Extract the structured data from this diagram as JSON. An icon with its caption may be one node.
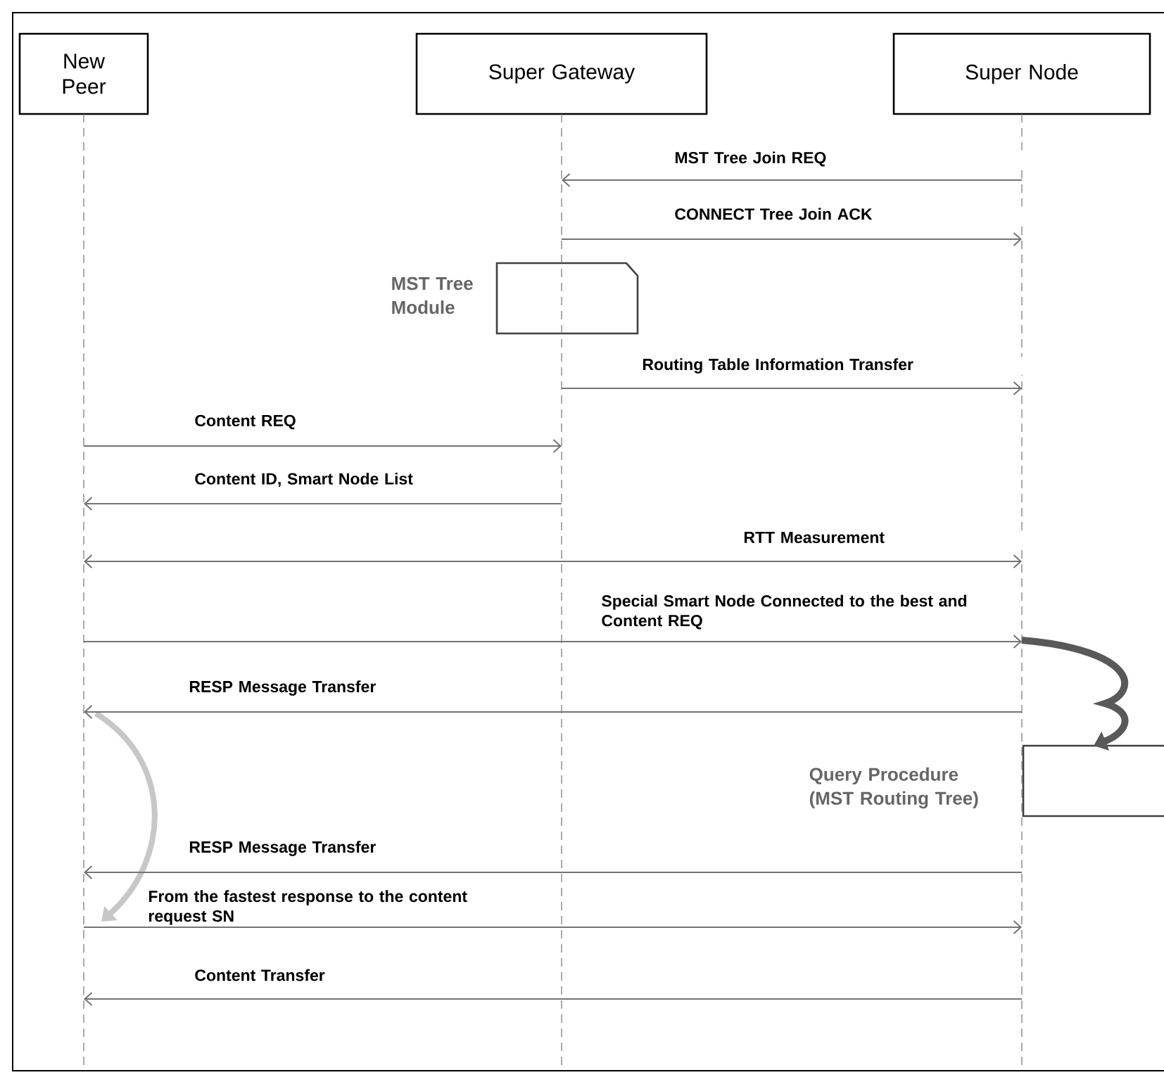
{
  "diagram": {
    "nodes": [
      {
        "text": [
          "New Peer"
        ]
      },
      {
        "text": [
          "Super Gateway"
        ]
      },
      {
        "text": [
          "Super Node"
        ]
      },
      {
        "text": [
          "MST Tree Module"
        ]
      },
      {
        "text": [
          "Query Procedure (MST Routing Tree)"
        ]
      },
      {
        "text": [],
        "shape": "line"
      },
      {
        "text": [],
        "shape": "line"
      },
      {
        "text": [],
        "shape": "line"
      }
    ],
    "edges": [
      {
        "from": 7,
        "to": 6,
        "arrow": "to",
        "label": "MST Tree Join REQ"
      },
      {
        "from": 6,
        "to": 7,
        "arrow": "to",
        "label": "CONNECT Tree Join ACK"
      },
      {
        "from": 6,
        "to": 7,
        "arrow": "to",
        "label": "Routing Table Information Transfer"
      },
      {
        "from": 5,
        "to": 6,
        "arrow": "to",
        "label": "Content REQ"
      },
      {
        "from": 6,
        "to": 5,
        "arrow": "to",
        "label": "Content ID, Smart Node List"
      },
      {
        "from": 5,
        "to": 7,
        "arrow": "both",
        "label": "RTT Measurement"
      },
      {
        "from": 5,
        "to": 7,
        "arrow": "to",
        "label": "Special Smart Node Connected to the best and Content REQ"
      },
      {
        "from": 7,
        "to": 5,
        "arrow": "to",
        "label": "RESP Message Transfer"
      },
      {
        "from": 7,
        "to": 5,
        "arrow": "to",
        "label": "RESP Message Transfer"
      },
      {
        "from": 5,
        "to": 7,
        "arrow": "to",
        "label": "From the fastest response to the content request SN"
      },
      {
        "from": 7,
        "to": 5,
        "arrow": "to",
        "label": "Content Transfer"
      },
      {
        "from": 7,
        "to": 4,
        "arrow": "to",
        "style": "thick",
        "color": "#595959"
      }
    ]
  }
}
